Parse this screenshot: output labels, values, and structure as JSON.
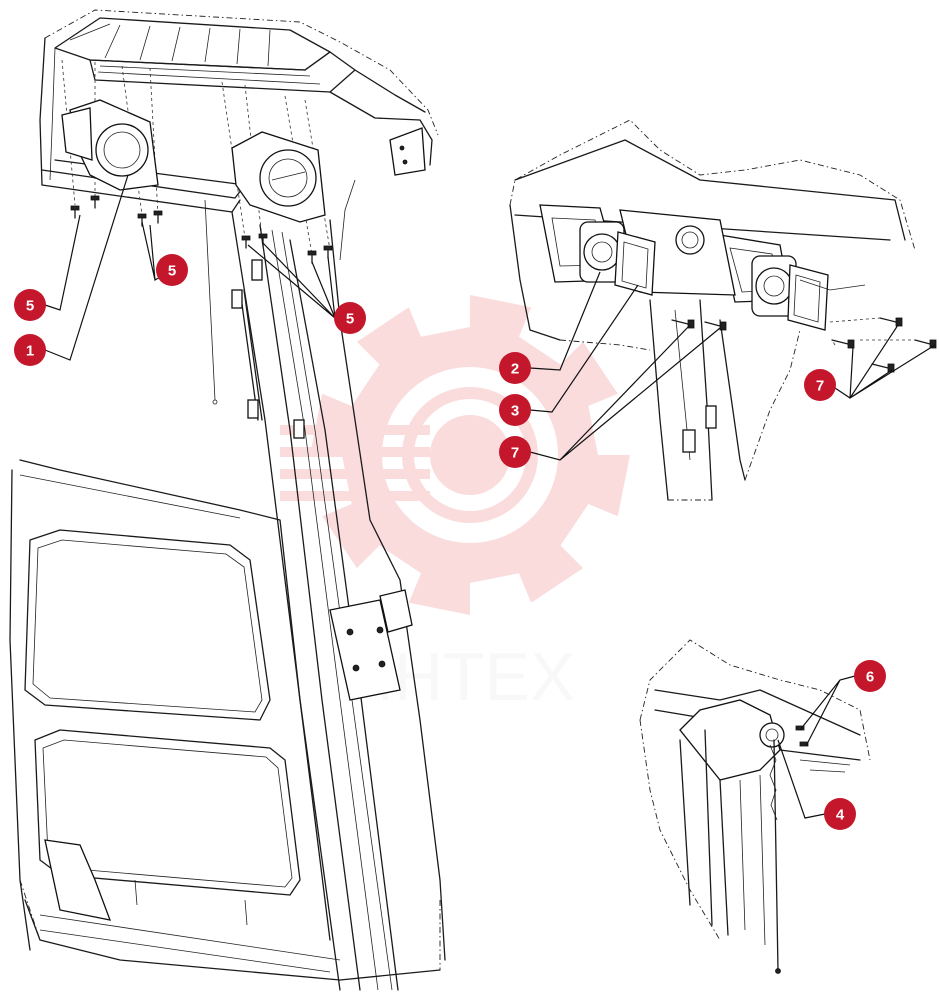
{
  "watermark": {
    "text": "ИНТЕХ",
    "color": "#e52d35"
  },
  "callouts": [
    {
      "label": "5",
      "target": "upper-bracket-bolts"
    },
    {
      "label": "5",
      "target": "left-bracket-bolts"
    },
    {
      "label": "1",
      "target": "speaker-bracket"
    },
    {
      "label": "5",
      "target": "right-bracket-bolts"
    },
    {
      "label": "2",
      "target": "speaker"
    },
    {
      "label": "3",
      "target": "speaker-grille"
    },
    {
      "label": "7",
      "target": "speaker-screws-left"
    },
    {
      "label": "7",
      "target": "speaker-screws-right"
    },
    {
      "label": "6",
      "target": "antenna-screws"
    },
    {
      "label": "4",
      "target": "antenna"
    }
  ],
  "colors": {
    "callout": "#c4172b",
    "line": "#1a1a1a"
  }
}
